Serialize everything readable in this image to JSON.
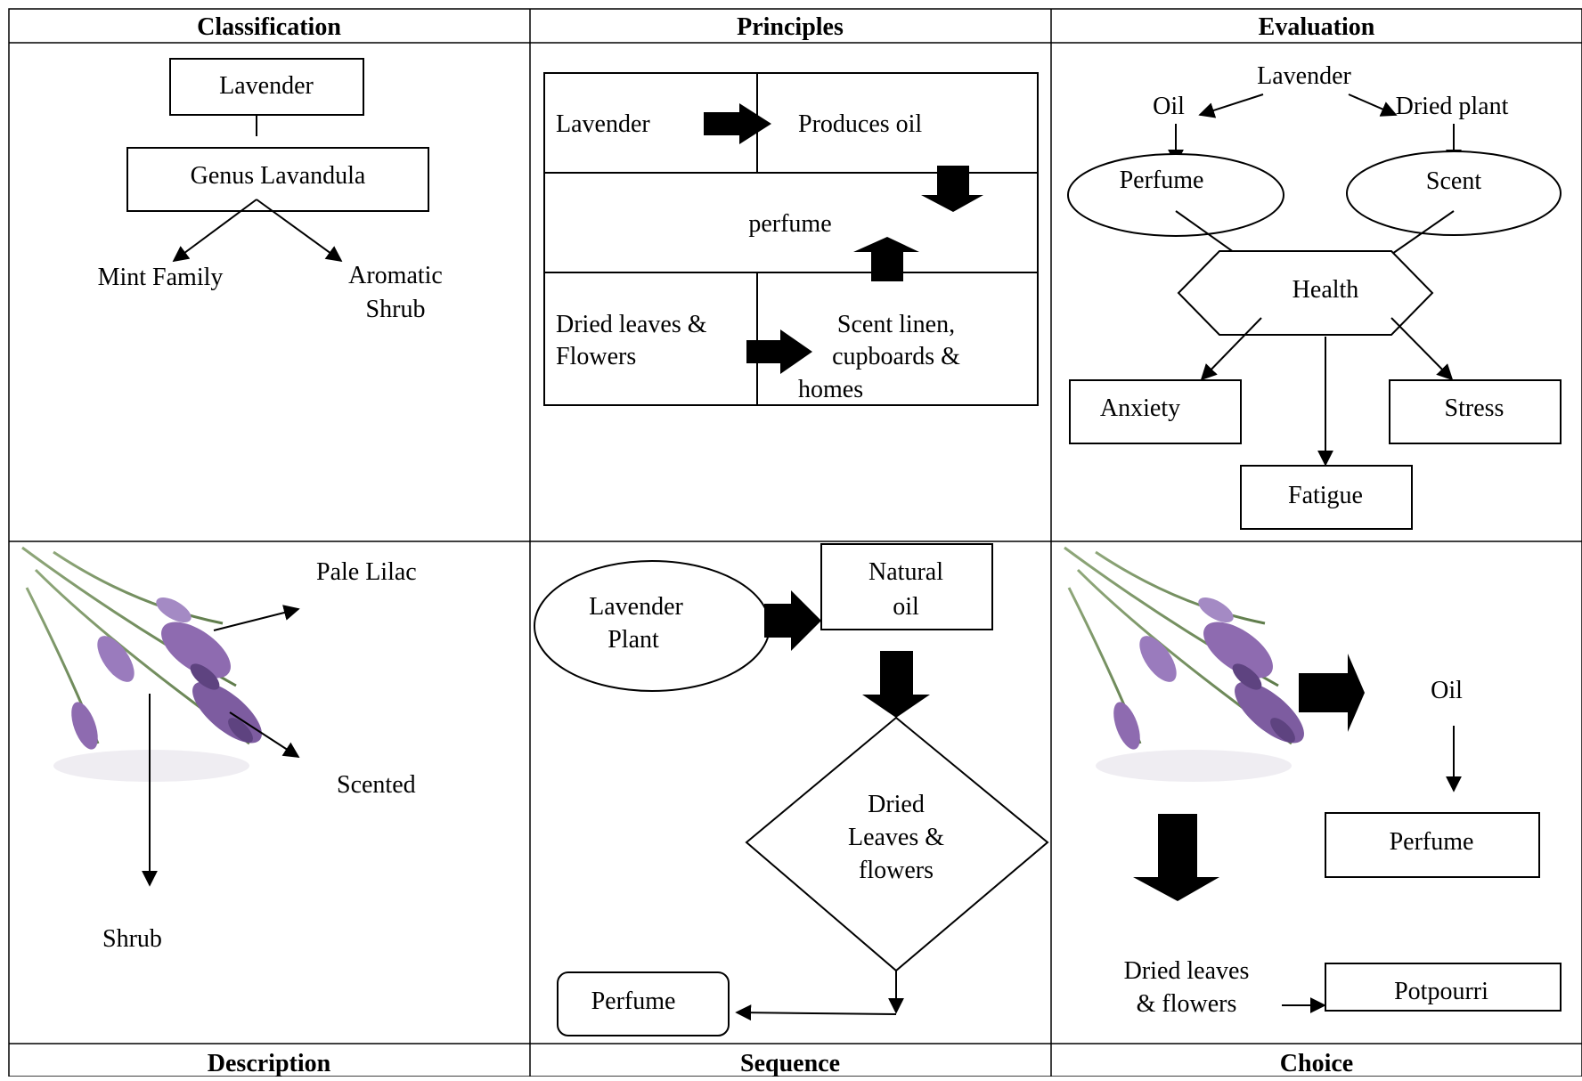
{
  "headers": {
    "top": [
      "Classification",
      "Principles",
      "Evaluation"
    ],
    "bottom": [
      "Description",
      "Sequence",
      "Choice"
    ]
  },
  "classification": {
    "root": "Lavender",
    "genus": "Genus Lavandula",
    "child_left": "Mint Family",
    "child_right_line1": "Aromatic",
    "child_right_line2": "Shrub"
  },
  "principles": {
    "row1_left": "Lavender",
    "row1_right": "Produces oil",
    "row2_center": "perfume",
    "row3_left_line1": "Dried leaves &",
    "row3_left_line2": "Flowers",
    "row3_right_line1": "Scent linen,",
    "row3_right_line2": "cupboards &",
    "row3_right_line3": "homes"
  },
  "evaluation": {
    "top": "Lavender",
    "branch_left": "Oil",
    "branch_right": "Dried plant",
    "ellipse_left": "Perfume",
    "ellipse_right": "Scent",
    "center": "Health",
    "out_left": "Anxiety",
    "out_right": "Stress",
    "out_bottom": "Fatigue"
  },
  "description": {
    "label_color": "Pale Lilac",
    "label_scent": "Scented",
    "label_form": "Shrub"
  },
  "sequence": {
    "start_line1": "Lavender",
    "start_line2": "Plant",
    "oil_line1": "Natural",
    "oil_line2": "oil",
    "diamond_line1": "Dried",
    "diamond_line2": "Leaves &",
    "diamond_line3": "flowers",
    "end": "Perfume"
  },
  "choice": {
    "oil": "Oil",
    "perfume": "Perfume",
    "dried_line1": "Dried leaves",
    "dried_line2": "& flowers",
    "potpourri": "Potpourri"
  },
  "colors": {
    "flower": "#8e6bb0",
    "flower_dark": "#5e4380",
    "stem": "#6f8f5a"
  }
}
